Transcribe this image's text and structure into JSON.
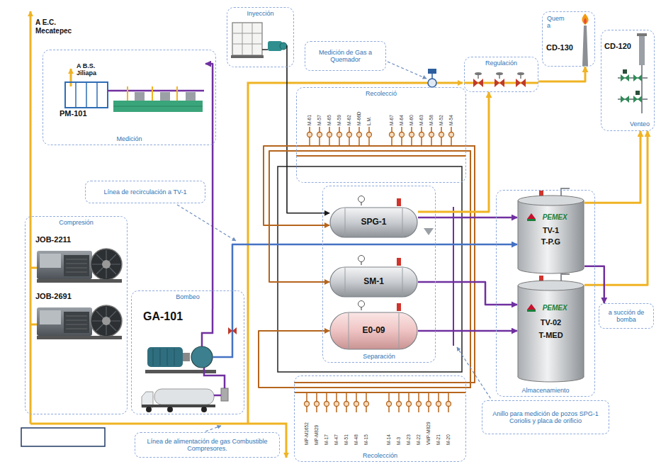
{
  "diagram": {
    "nodes": [
      {
        "text": [
          "Medición"
        ]
      },
      {
        "text": [
          "PM-101"
        ],
        "in": 0
      },
      {
        "text": [
          "Inyección"
        ]
      },
      {
        "text": [
          "Medición de Gas a Quemador"
        ]
      },
      {
        "text": [
          "Regulación"
        ]
      },
      {
        "text": [
          "Quem a",
          "CD-130"
        ]
      },
      {
        "text": [
          "CD-120",
          "Venteo"
        ]
      },
      {
        "text": [
          "Recolecció"
        ]
      },
      {
        "text": [
          "Línea de recirculación a TV-1"
        ]
      },
      {
        "text": [
          "Compresión"
        ]
      },
      {
        "text": [
          "JOB-2211"
        ],
        "in": 9
      },
      {
        "text": [
          "JOB-2691"
        ],
        "in": 9
      },
      {
        "text": [
          "Bombeo"
        ]
      },
      {
        "text": [
          "GA-101"
        ],
        "in": 12
      },
      {
        "text": [
          "Separación"
        ]
      },
      {
        "text": [
          "SPG-1"
        ],
        "in": 14
      },
      {
        "text": [
          "SM-1"
        ],
        "in": 14
      },
      {
        "text": [
          "E0-09"
        ],
        "in": 14
      },
      {
        "text": [
          "Almacenamiento"
        ]
      },
      {
        "text": [
          "PEMEX",
          "TV-1",
          "T-P.G"
        ],
        "in": 18
      },
      {
        "text": [
          "PEMEX",
          "TV-02",
          "T-MED"
        ],
        "in": 18
      },
      {
        "text": [
          "a succión de bomba"
        ]
      },
      {
        "text": [
          "Anillo para medición de pozos SPG-1 Coriolis y placa de orificio"
        ]
      },
      {
        "text": [
          "Línea de alimentación de gas Combustible Compresores."
        ]
      },
      {
        "text": [
          "Recolección"
        ]
      }
    ],
    "edges": [
      {
        "from": 13,
        "to": 1,
        "arrow": "to"
      },
      {
        "from": 13,
        "to": 19,
        "arrow": "to"
      },
      {
        "from": 15,
        "to": 19,
        "arrow": "to"
      },
      {
        "from": 16,
        "to": 20,
        "arrow": "to"
      },
      {
        "from": 17,
        "to": 20,
        "arrow": "to"
      },
      {
        "from": 2,
        "to": 15,
        "arrow": "to"
      },
      {
        "from": 15,
        "to": 4,
        "arrow": "to"
      },
      {
        "from": 4,
        "to": 5,
        "arrow": "to"
      },
      {
        "from": 19,
        "to": 6,
        "arrow": "to"
      },
      {
        "from": 20,
        "to": 6,
        "arrow": "to"
      },
      {
        "from": 7,
        "to": 15,
        "arrow": "to"
      },
      {
        "from": 7,
        "to": 16,
        "arrow": "to"
      },
      {
        "from": 24,
        "to": 17,
        "arrow": "to"
      },
      {
        "from": 19,
        "to": 21,
        "arrow": "to"
      }
    ],
    "labels": [
      "A E.C. Mecatepec",
      "A B.S. Jiliapa",
      "M-61",
      "M-57",
      "M-65",
      "M-59",
      "M-62",
      "M-66D",
      "L.M.",
      "M-67",
      "M-64",
      "M-60",
      "M-63",
      "M-58",
      "M-52",
      "M-54",
      "MP-M1652",
      "MP-M829",
      "M-17",
      "M-47",
      "M-51",
      "M-48",
      "M-15",
      "M-14",
      "M-3",
      "M-23",
      "M-22",
      "VMP-M829",
      "M-21",
      "M-20"
    ]
  }
}
